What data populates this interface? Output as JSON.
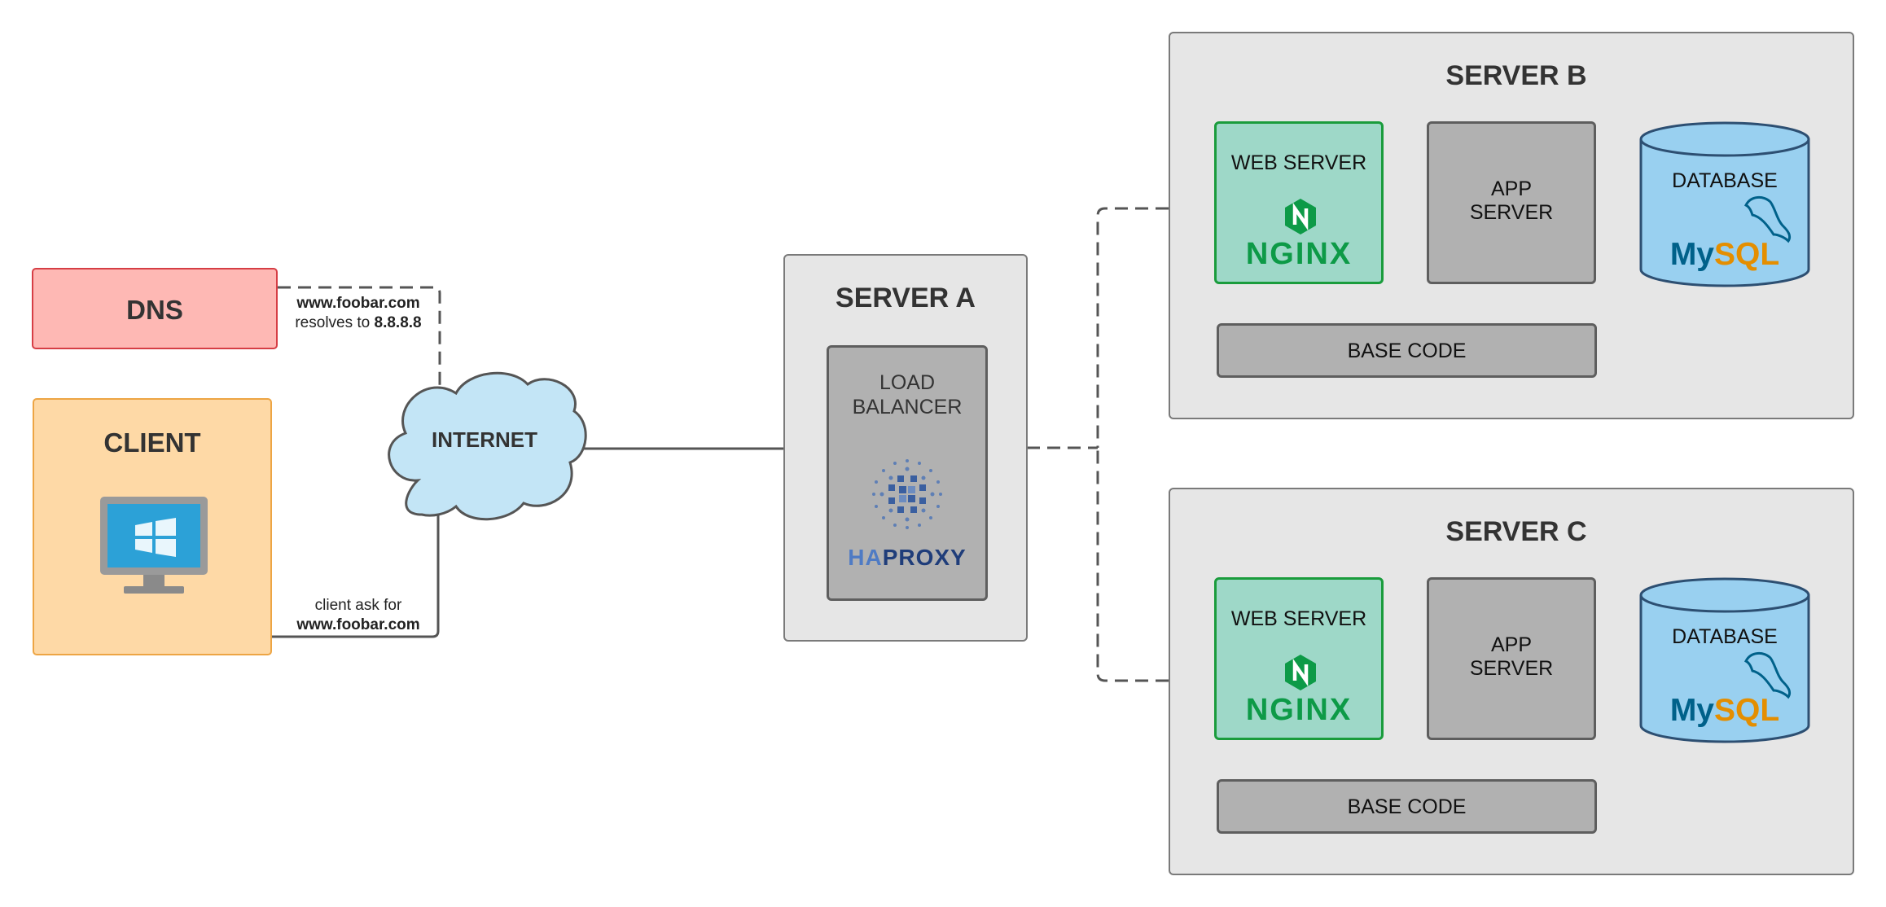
{
  "dns": {
    "label": "DNS"
  },
  "client": {
    "label": "CLIENT"
  },
  "internet": {
    "label": "INTERNET"
  },
  "dns_note": {
    "domain": "www.foobar.com",
    "text": "resolves to",
    "ip": "8.8.8.8"
  },
  "client_note": {
    "text": "client ask for",
    "domain": "www.foobar.com"
  },
  "server_a": {
    "title": "SERVER A",
    "lb_label_1": "LOAD",
    "lb_label_2": "BALANCER",
    "haproxy_ha": "HA",
    "haproxy_rest": "PROXY"
  },
  "server_b": {
    "title": "SERVER B",
    "web": "WEB SERVER",
    "app_1": "APP",
    "app_2": "SERVER",
    "db": "DATABASE",
    "base": "BASE CODE"
  },
  "server_c": {
    "title": "SERVER C",
    "web": "WEB SERVER",
    "app_1": "APP",
    "app_2": "SERVER",
    "db": "DATABASE",
    "base": "BASE CODE"
  },
  "logos": {
    "nginx": "NGINX",
    "mysql_my": "My",
    "mysql_sql": "SQL"
  },
  "colors": {
    "dns_fill": "#feb8b4",
    "dns_stroke": "#d63e45",
    "client_fill": "#fed9a6",
    "client_stroke": "#eda544",
    "cloud_fill": "#c3e5f6",
    "web_fill": "#9ed8c8",
    "nginx_green": "#0d9a47",
    "db_fill": "#99d0f0",
    "mysql_blue": "#00618a",
    "mysql_orange": "#e48e00",
    "haproxy_blue": "#1f3d7a"
  }
}
